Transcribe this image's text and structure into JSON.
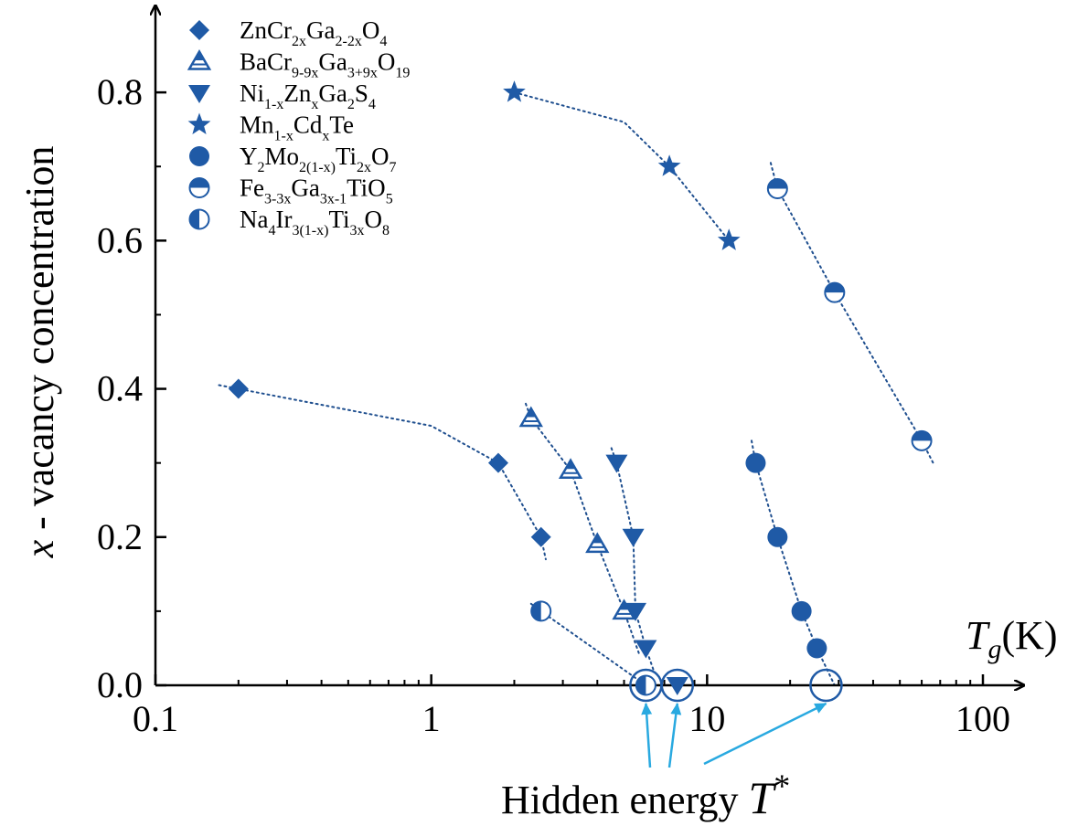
{
  "chart_data": {
    "type": "scatter",
    "x_scale": "log",
    "xlim": [
      0.1,
      100
    ],
    "ylim": [
      0,
      0.9
    ],
    "x_ticks": [
      "0.1",
      "1",
      "10",
      "100"
    ],
    "y_ticks": [
      "0.0",
      "0.2",
      "0.4",
      "0.6",
      "0.8"
    ],
    "xlabel": {
      "italic": "T",
      "sub": "g",
      "rest": "(K)"
    },
    "ylabel": {
      "italic": "x",
      "rest": " - vacancy concentration"
    },
    "grid": false,
    "legend_position": "top-left",
    "color": "#1f5aa6",
    "fit_color": "#1f4f8f",
    "series": [
      {
        "name": "ZnCr2xGa2-2xO4",
        "legend": [
          [
            "ZnCr",
            ""
          ],
          [
            "2x",
            "sub"
          ],
          [
            "Ga",
            ""
          ],
          [
            "2-2x",
            "sub"
          ],
          [
            "O",
            ""
          ],
          [
            "4",
            "sub"
          ]
        ],
        "marker": "diamond-filled",
        "x": [
          0.2,
          1.75,
          2.5
        ],
        "y": [
          0.4,
          0.3,
          0.2
        ]
      },
      {
        "name": "BaCr9-9xGa3+9xO19",
        "legend": [
          [
            "BaCr",
            ""
          ],
          [
            "9-9x",
            "sub"
          ],
          [
            "Ga",
            ""
          ],
          [
            "3+9x",
            "sub"
          ],
          [
            "O",
            ""
          ],
          [
            "19",
            "sub"
          ]
        ],
        "marker": "triangle-up-half",
        "x": [
          2.3,
          3.2,
          4.0,
          5.0
        ],
        "y": [
          0.36,
          0.29,
          0.19,
          0.1
        ]
      },
      {
        "name": "Ni1-xZnxGa2S4",
        "legend": [
          [
            "Ni",
            ""
          ],
          [
            "1-x",
            "sub"
          ],
          [
            "Zn",
            ""
          ],
          [
            "x",
            "sub"
          ],
          [
            "Ga",
            ""
          ],
          [
            "2",
            "sub"
          ],
          [
            "S",
            ""
          ],
          [
            "4",
            "sub"
          ]
        ],
        "marker": "triangle-down-filled",
        "x": [
          4.7,
          5.4,
          5.5,
          6.0,
          7.8
        ],
        "y": [
          0.3,
          0.2,
          0.1,
          0.05,
          0.0
        ]
      },
      {
        "name": "Mn1-xCdxTe",
        "legend": [
          [
            "Mn",
            ""
          ],
          [
            "1-x",
            "sub"
          ],
          [
            "Cd",
            ""
          ],
          [
            "x",
            "sub"
          ],
          [
            "Te",
            ""
          ]
        ],
        "marker": "star-filled",
        "x": [
          2.0,
          7.3,
          12.0
        ],
        "y": [
          0.8,
          0.7,
          0.6
        ]
      },
      {
        "name": "Y2Mo2(1-x)Ti2xO7",
        "legend": [
          [
            "Y",
            ""
          ],
          [
            "2",
            "sub"
          ],
          [
            "Mo",
            ""
          ],
          [
            "2(1-x)",
            "sub"
          ],
          [
            "Ti",
            ""
          ],
          [
            "2x",
            "sub"
          ],
          [
            "O",
            ""
          ],
          [
            "7",
            "sub"
          ]
        ],
        "marker": "circle-filled",
        "x": [
          15.0,
          18.0,
          22.0,
          25.0
        ],
        "y": [
          0.3,
          0.2,
          0.1,
          0.05
        ]
      },
      {
        "name": "Fe3-3xGa3x-1TiO5",
        "legend": [
          [
            "Fe",
            ""
          ],
          [
            "3-3x",
            "sub"
          ],
          [
            "Ga",
            ""
          ],
          [
            "3x-1",
            "sub"
          ],
          [
            "TiO",
            ""
          ],
          [
            "5",
            "sub"
          ]
        ],
        "marker": "circle-half-bottom",
        "x": [
          18.0,
          29.0,
          60.0
        ],
        "y": [
          0.67,
          0.53,
          0.33
        ]
      },
      {
        "name": "Na4Ir3(1-x)Ti3xO8",
        "legend": [
          [
            "Na",
            ""
          ],
          [
            "4",
            "sub"
          ],
          [
            "Ir",
            ""
          ],
          [
            "3(1-x)",
            "sub"
          ],
          [
            "Ti",
            ""
          ],
          [
            "3x",
            "sub"
          ],
          [
            "O",
            ""
          ],
          [
            "8",
            "sub"
          ]
        ],
        "marker": "circle-half-left",
        "x": [
          2.5,
          6.0
        ],
        "y": [
          0.1,
          0.0
        ]
      }
    ],
    "fit_lines": [
      {
        "x": [
          0.17,
          0.2,
          1.0,
          1.75,
          2.5,
          2.6
        ],
        "y": [
          0.405,
          0.4,
          0.35,
          0.3,
          0.2,
          0.17
        ]
      },
      {
        "x": [
          2.2,
          2.3,
          3.2,
          4.0,
          5.0,
          5.7
        ],
        "y": [
          0.38,
          0.36,
          0.29,
          0.19,
          0.1,
          0.04
        ]
      },
      {
        "x": [
          4.5,
          4.7,
          5.4,
          5.5,
          6.0,
          6.4
        ],
        "y": [
          0.32,
          0.3,
          0.2,
          0.1,
          0.05,
          0.02
        ]
      },
      {
        "x": [
          2.0,
          5.0,
          7.3,
          12.0
        ],
        "y": [
          0.8,
          0.76,
          0.7,
          0.6
        ]
      },
      {
        "x": [
          14.5,
          15.0,
          18.0,
          22.0,
          25.0,
          29.0
        ],
        "y": [
          0.33,
          0.3,
          0.2,
          0.1,
          0.05,
          0.0
        ]
      },
      {
        "x": [
          17.0,
          18.0,
          29.0,
          60.0,
          66.0
        ],
        "y": [
          0.705,
          0.67,
          0.53,
          0.33,
          0.3
        ]
      },
      {
        "x": [
          2.3,
          2.5,
          6.0
        ],
        "y": [
          0.11,
          0.1,
          0.0
        ]
      }
    ],
    "hidden_points": {
      "x": [
        6.0,
        7.8,
        27.0
      ],
      "y": [
        0.0,
        0.0,
        0.0
      ],
      "marker": "open-circle-large"
    },
    "annotation": {
      "text": "Hidden energy ",
      "symbol": "T",
      "superscript": "*",
      "arrow_color": "#29a9e0",
      "arrow_targets": [
        6.0,
        7.8,
        27.0
      ]
    }
  }
}
